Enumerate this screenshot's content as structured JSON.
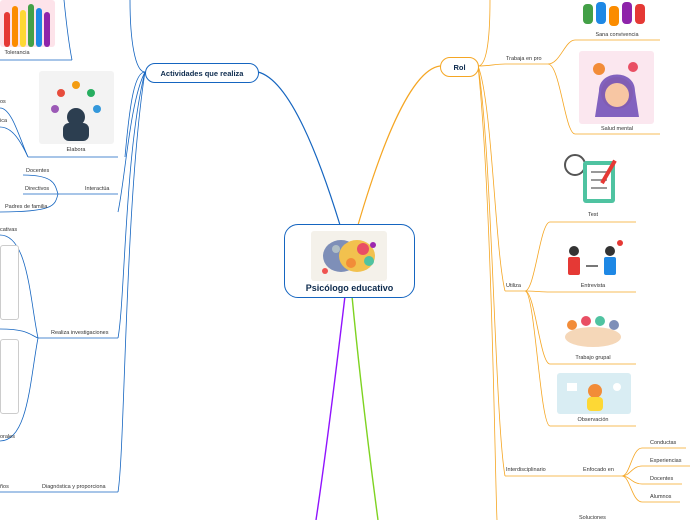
{
  "center": {
    "title": "Psicólogo educativo"
  },
  "left": {
    "activities": "Actividades que realiza",
    "tolerance": "Tolerancia",
    "cut_os": "os",
    "cut_ica": "ica",
    "elabora": "Elabora",
    "interactua": "Interactúa",
    "docentes": "Docentes",
    "directivos": "Directivos",
    "padres": "Padres de familia",
    "cut_cativas": "cativas",
    "realiza": "Realiza investigaciones",
    "cut_orales": "orales",
    "diagnostica": "Diagnóstica y proporciona",
    "cut_nos": "ños"
  },
  "right": {
    "rol": "Rol",
    "trabaja": "Trabaja en pro",
    "sana": "Sana convivencia",
    "salud": "Salud mental",
    "utiliza": "Utiliza",
    "test": "Test",
    "entrevista": "Entrevista",
    "grupal": "Trabajo grupal",
    "observacion": "Observación",
    "interdisciplinario": "Interdisciplinario",
    "enfocado": "Enfocado en",
    "conductas": "Conductas",
    "experiencias": "Experiencias",
    "docentes": "Docentes",
    "alumnos": "Alumnos",
    "soluciones": "Soluciones"
  },
  "colors": {
    "blue": "#1565c0",
    "orange": "#f5a623",
    "green": "#7ed321",
    "purple": "#9013fe"
  }
}
